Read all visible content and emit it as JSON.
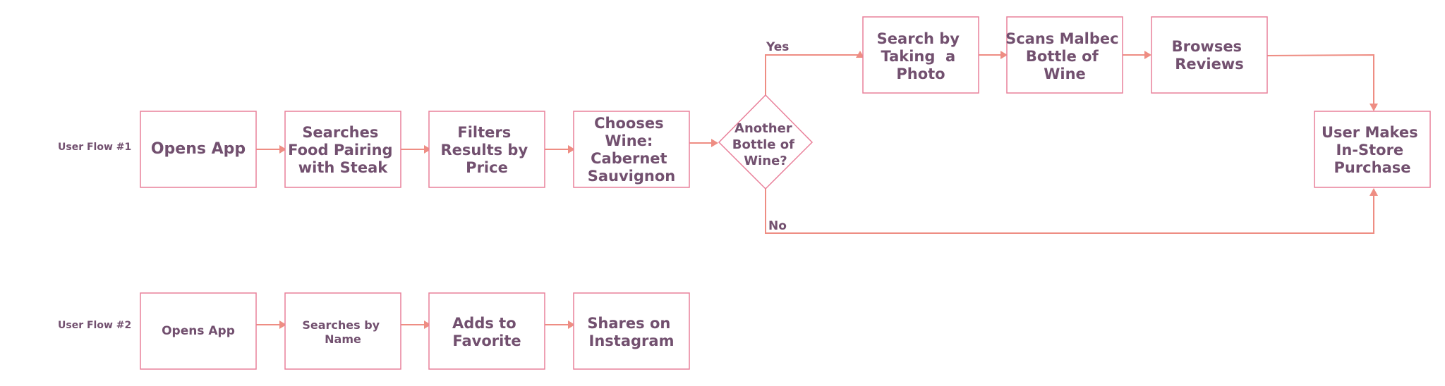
{
  "flow1": {
    "label": "User Flow #1",
    "steps": [
      [
        "Opens App"
      ],
      [
        "Searches",
        "Food Pairing",
        "with Steak"
      ],
      [
        "Filters",
        "Results by",
        "Price"
      ],
      [
        "Chooses",
        "Wine:",
        "Cabernet",
        "Sauvignon"
      ]
    ],
    "decision": [
      "Another",
      "Bottle of",
      "Wine?"
    ],
    "yes_label": "Yes",
    "no_label": "No",
    "yes_branch": [
      [
        "Search by",
        "Taking  a",
        "Photo"
      ],
      [
        "Scans Malbec",
        "Bottle of",
        "Wine"
      ],
      [
        "Browses",
        "Reviews"
      ]
    ],
    "end": [
      "User Makes",
      "In-Store",
      "Purchase"
    ]
  },
  "flow2": {
    "label": "User Flow #2",
    "steps": [
      [
        "Opens App"
      ],
      [
        "Searches by",
        "Name"
      ],
      [
        "Adds to",
        "Favorite"
      ],
      [
        "Shares on",
        "Instagram"
      ]
    ]
  }
}
